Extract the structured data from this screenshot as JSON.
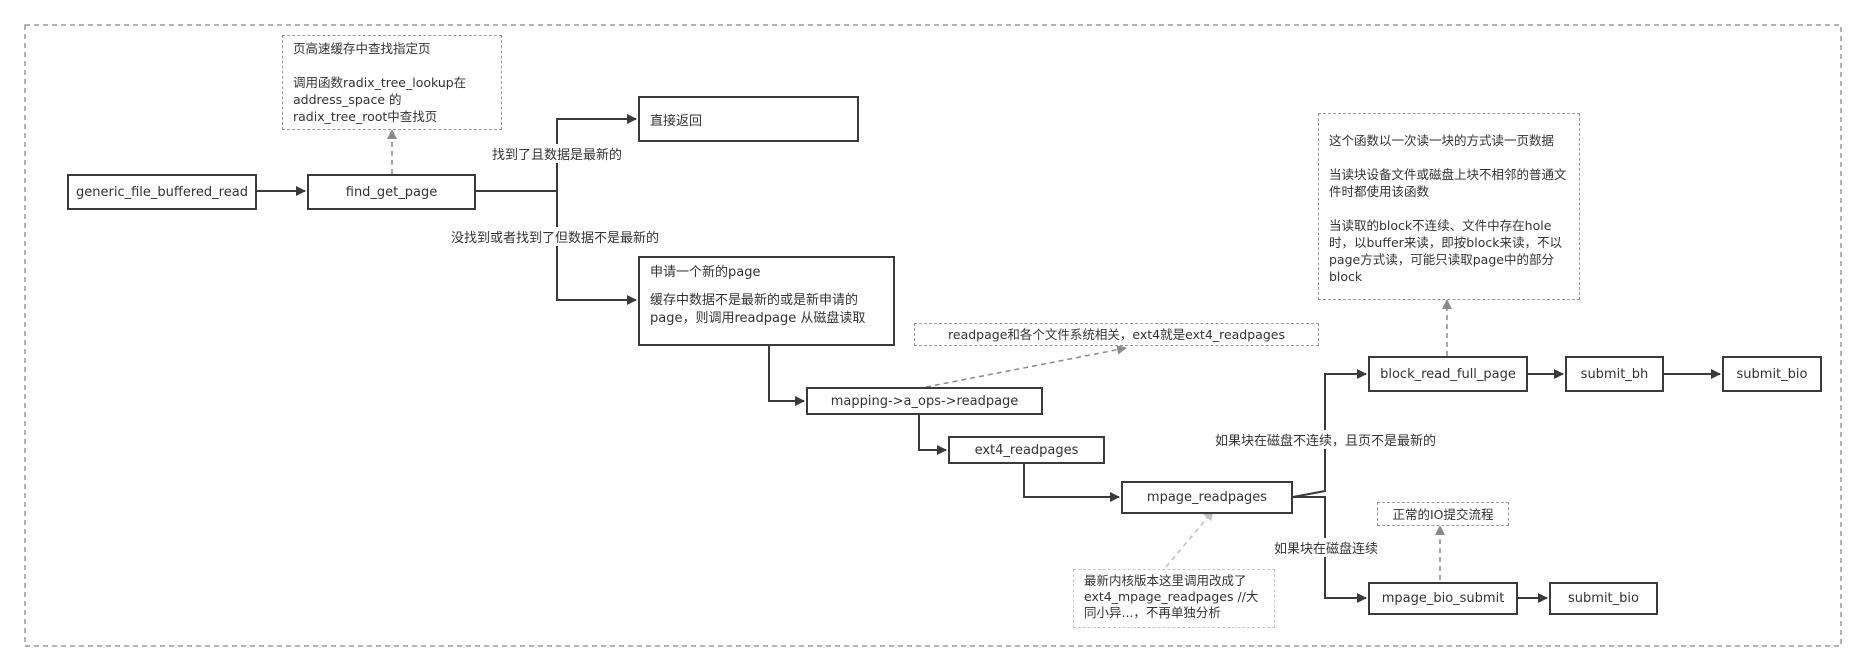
{
  "nodes": {
    "generic_file_buffered_read": "generic_file_buffered_read",
    "find_get_page": "find_get_page",
    "direct_return": "直接返回",
    "alloc_page_title": "申请一个新的page",
    "alloc_page_desc": "缓存中数据不是最新的或是新申请的page，则调用readpage  从磁盘读取",
    "mapping_readpage": "mapping->a_ops->readpage",
    "ext4_readpages": "ext4_readpages",
    "mpage_readpages": "mpage_readpages",
    "block_read_full_page": "block_read_full_page",
    "submit_bh": "submit_bh",
    "submit_bio_top": "submit_bio",
    "mpage_bio_submit": "mpage_bio_submit",
    "submit_bio_bottom": "submit_bio"
  },
  "notes": {
    "page_cache_title": "页高速缓存中查找指定页",
    "page_cache_desc": "调用函数radix_tree_lookup在address_space 的radix_tree_root中查找页",
    "readpage_fs": "readpage和各个文件系统相关，ext4就是ext4_readpages",
    "block_read_p1": "这个函数以一次读一块的方式读一页数据",
    "block_read_p2": "当读块设备文件或磁盘上块不相邻的普通文件时都使用该函数",
    "block_read_p3": "当读取的block不连续、文件中存在hole时，以buffer来读，即按block来读，不以page方式读，可能只读取page中的部分block",
    "normal_io": "正常的IO提交流程",
    "kernel_version": "最新内核版本这里调用改成了ext4_mpage_readpages //大同小异...，不再单独分析"
  },
  "edge_labels": {
    "found_latest": "找到了且数据是最新的",
    "not_found": "没找到或者找到了但数据不是最新的",
    "discontiguous": "如果块在磁盘不连续，且页不是最新的",
    "contiguous": "如果块在磁盘连续"
  },
  "colors": {
    "solid_stroke": "#3a3a3a",
    "dashed_stroke": "#9a9a9a",
    "light_dashed_stroke": "#c8c8c8",
    "text": "#333333"
  }
}
